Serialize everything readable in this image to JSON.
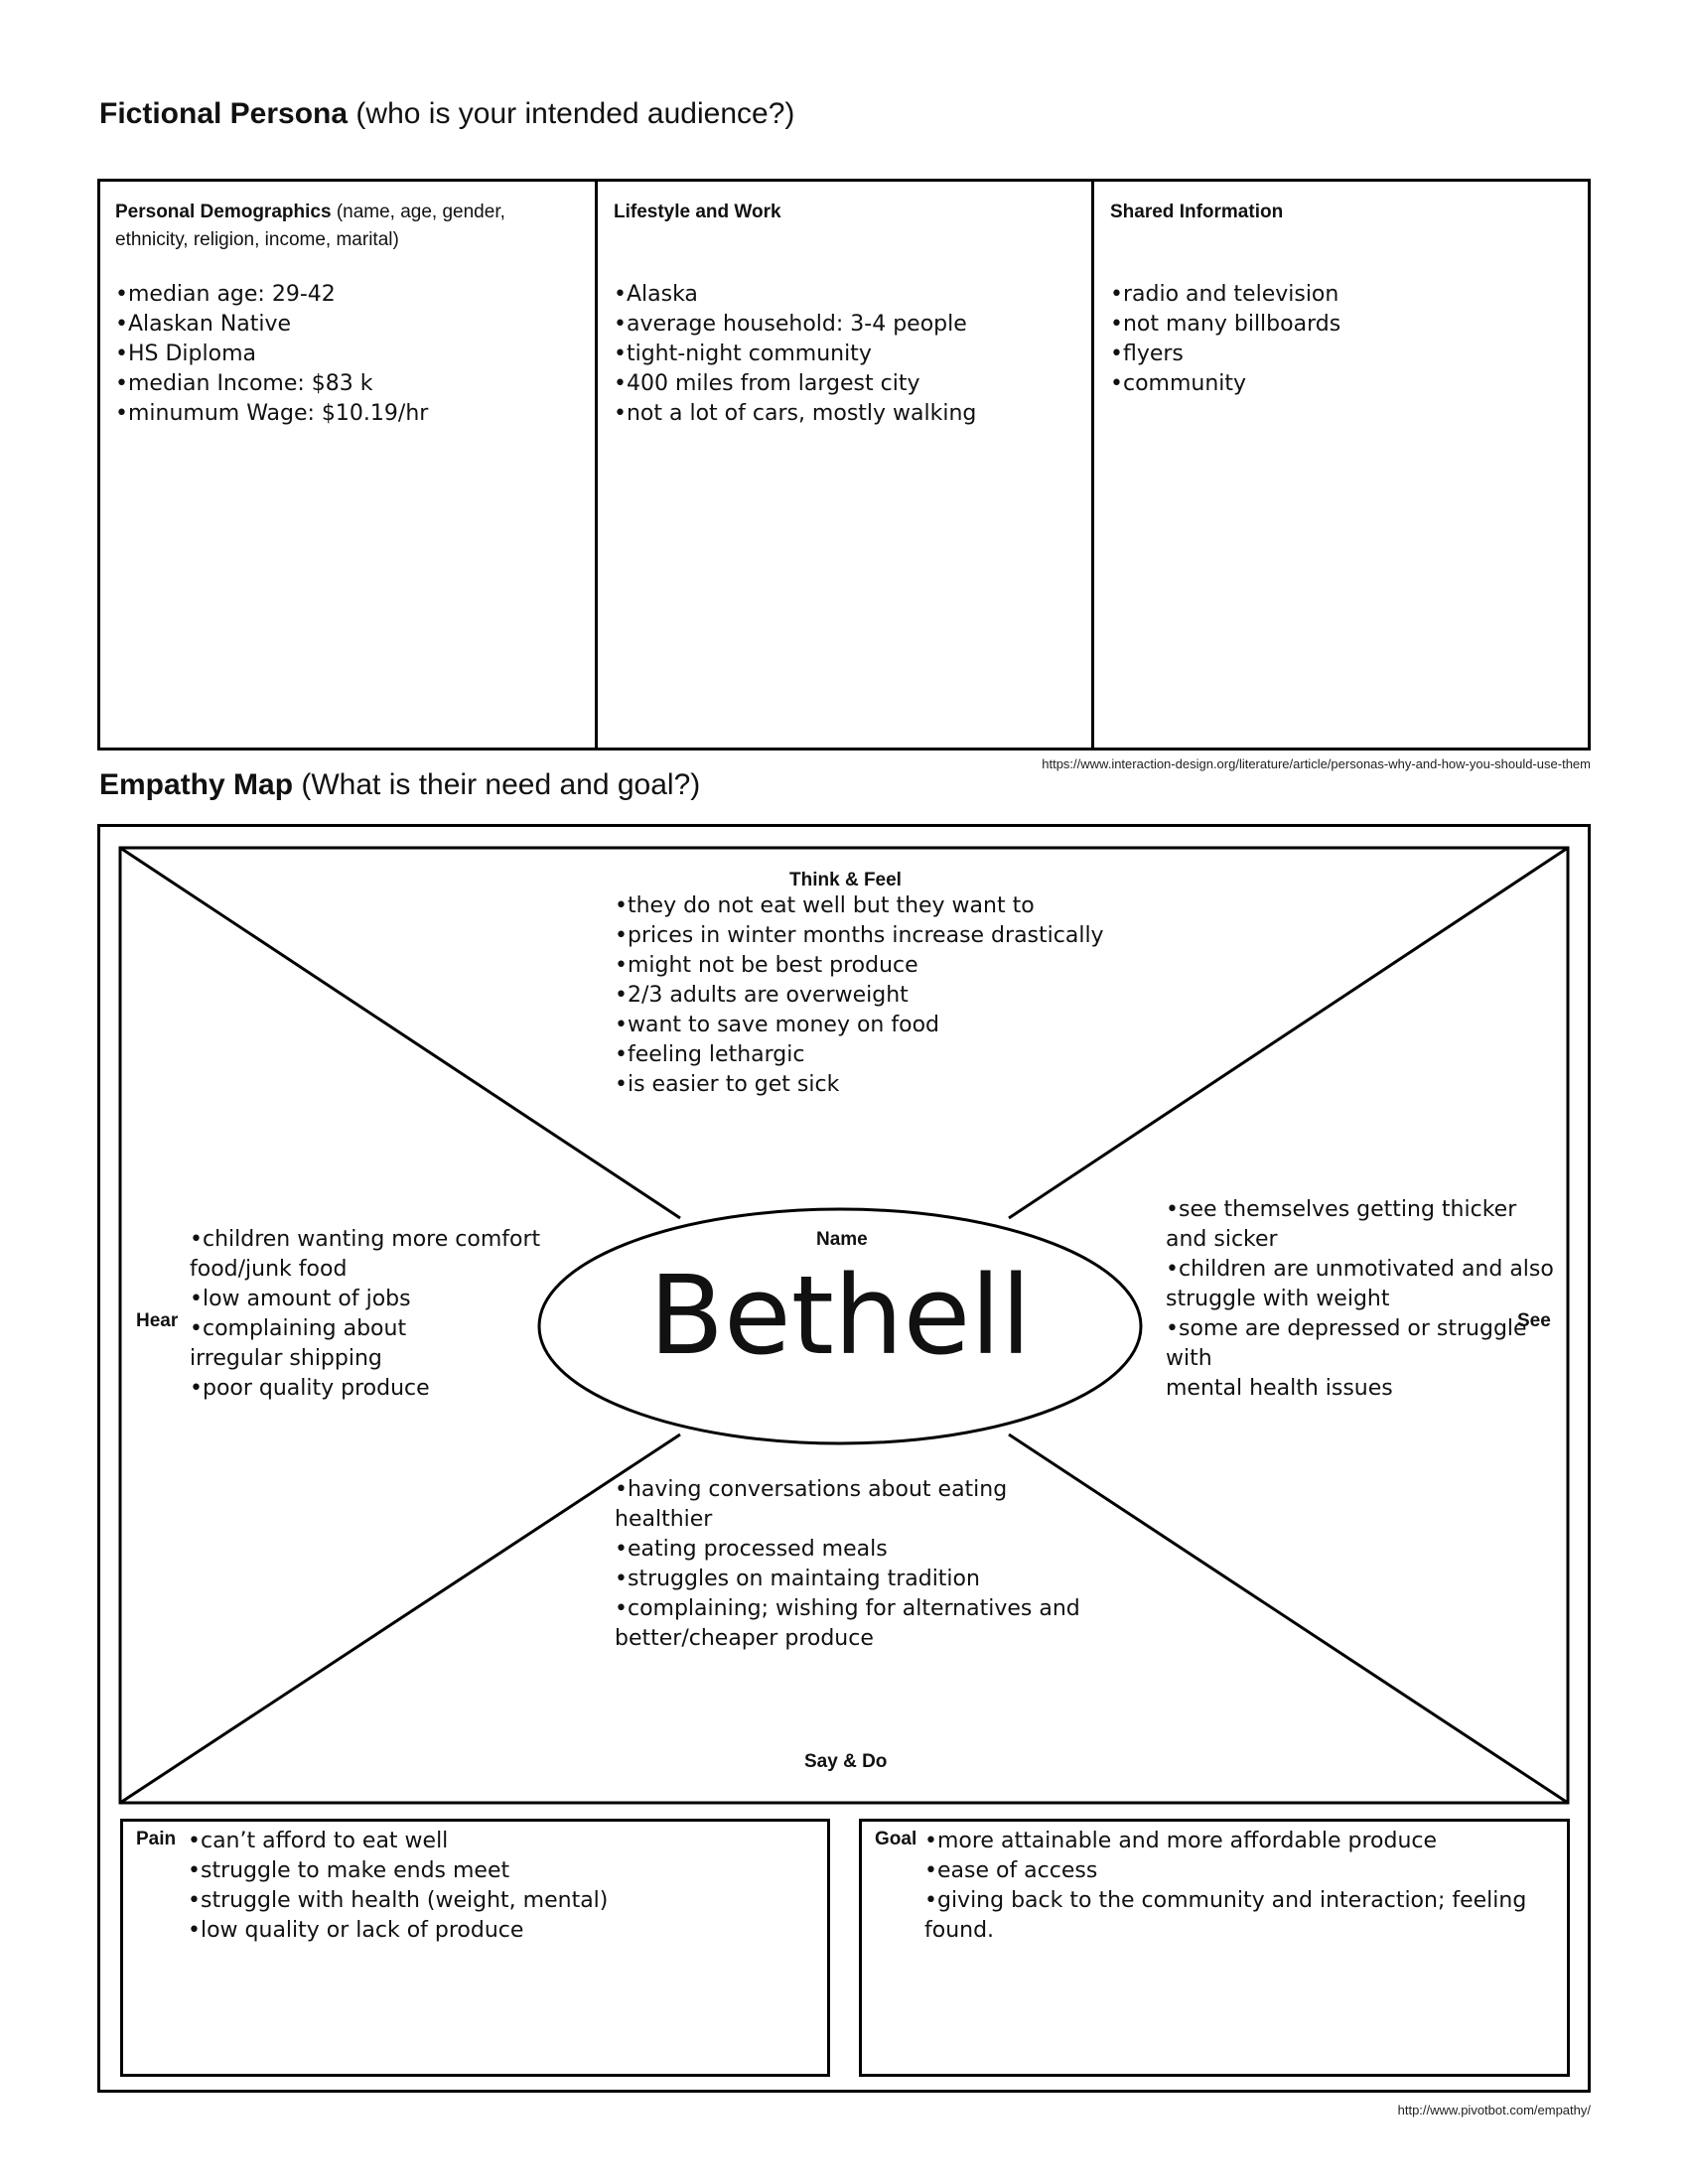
{
  "persona": {
    "title": "Fictional Persona",
    "subtitle": "(who is your intended audience?)",
    "columns": [
      {
        "heading": "Personal Demographics",
        "heading_note": "(name, age, gender, ethnicity, religion, income, marital)",
        "items": [
          "•median age: 29-42",
          "•Alaskan Native",
          "•HS Diploma",
          "•median Income: $83 k",
          "•minumum Wage: $10.19/hr"
        ]
      },
      {
        "heading": "Lifestyle and Work",
        "items": [
          "•Alaska",
          "•average household: 3-4 people",
          "•tight-night community",
          "•400 miles from largest city",
          "•not a lot of cars, mostly walking"
        ]
      },
      {
        "heading": "Shared Information",
        "items": [
          "•radio and television",
          "•not many billboards",
          "•flyers",
          "•community"
        ]
      }
    ],
    "source_url": "https://www.interaction-design.org/literature/article/personas-why-and-how-you-should-use-them"
  },
  "empathy": {
    "title": "Empathy Map",
    "subtitle": "(What is their need and goal?)",
    "think_feel": {
      "label": "Think & Feel",
      "items": [
        "•they do not eat well but they want to",
        "•prices in winter months increase drastically",
        "•might not be best produce",
        "•2/3 adults are overweight",
        "•want to save money on food",
        "•feeling lethargic",
        "•is easier to get sick"
      ]
    },
    "hear": {
      "label": "Hear",
      "items": [
        "•children wanting more comfort",
        "food/junk food",
        "•low amount of jobs",
        "•complaining about",
        "irregular shipping",
        "•poor quality produce"
      ]
    },
    "see": {
      "label": "See",
      "items": [
        "•see themselves getting thicker",
        "and sicker",
        "•children are unmotivated and also",
        "struggle with weight",
        "•some are depressed or struggle with",
        "mental health issues"
      ]
    },
    "say_do": {
      "label": "Say & Do",
      "items": [
        "•having conversations about eating",
        "healthier",
        "•eating processed meals",
        "•struggles on maintaing tradition",
        "•complaining; wishing for alternatives and",
        "better/cheaper produce"
      ]
    },
    "center": {
      "label": "Name",
      "name": "Bethell"
    },
    "pain": {
      "label": "Pain",
      "items": [
        "•can’t afford to eat well",
        "•struggle to make ends meet",
        "•struggle with health (weight, mental)",
        "•low quality or lack of produce"
      ]
    },
    "goal": {
      "label": "Goal",
      "items": [
        "•more attainable and more affordable produce",
        "•ease of access",
        "•giving back to the community and interaction; feeling",
        "found."
      ]
    },
    "source_url": "http://www.pivotbot.com/empathy/"
  }
}
